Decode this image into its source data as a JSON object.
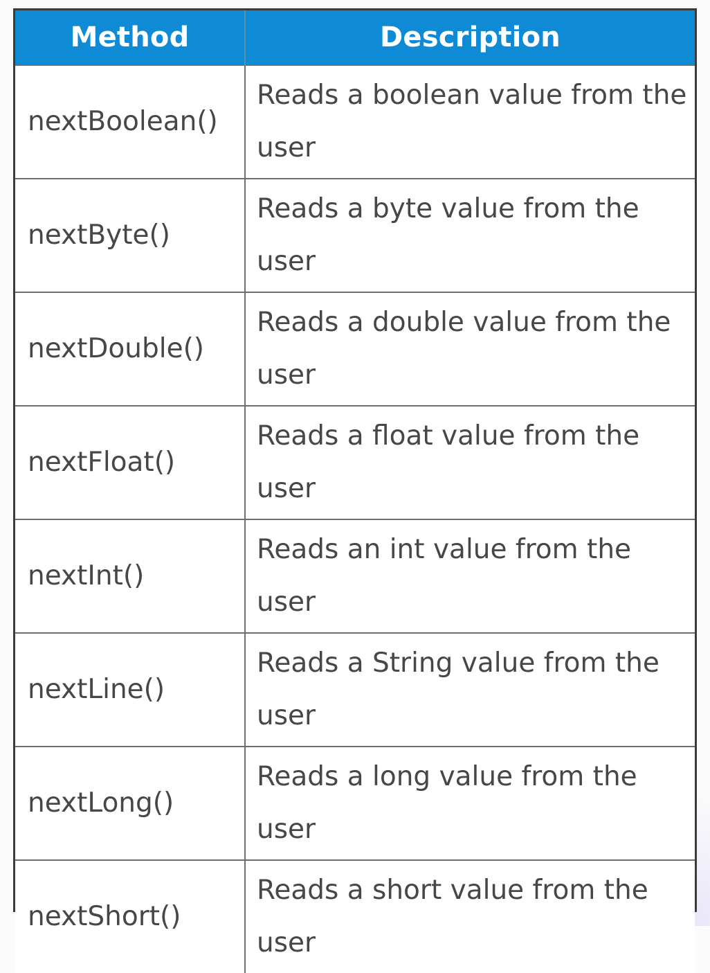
{
  "table": {
    "columns": [
      {
        "key": "method",
        "label": "Method"
      },
      {
        "key": "description",
        "label": "Description"
      }
    ],
    "header_bg_color": "#0e8bd4",
    "header_text_color": "#ffffff",
    "body_text_color": "#474747",
    "border_color": "#3b3b3b",
    "grid_line_color": "#6e6e6e",
    "rows": [
      {
        "method": "nextBoolean()",
        "description": "Reads a boolean value from the user"
      },
      {
        "method": "nextByte()",
        "description": "Reads a byte value from the user"
      },
      {
        "method": "nextDouble()",
        "description": "Reads a double value from the user"
      },
      {
        "method": "nextFloat()",
        "description": "Reads a float value from the user"
      },
      {
        "method": "nextInt()",
        "description": "Reads an int value from the user"
      },
      {
        "method": "nextLine()",
        "description": "Reads a String value from the user"
      },
      {
        "method": "nextLong()",
        "description": "Reads a long value from the user"
      },
      {
        "method": "nextShort()",
        "description": "Reads a short value from the user"
      }
    ]
  }
}
